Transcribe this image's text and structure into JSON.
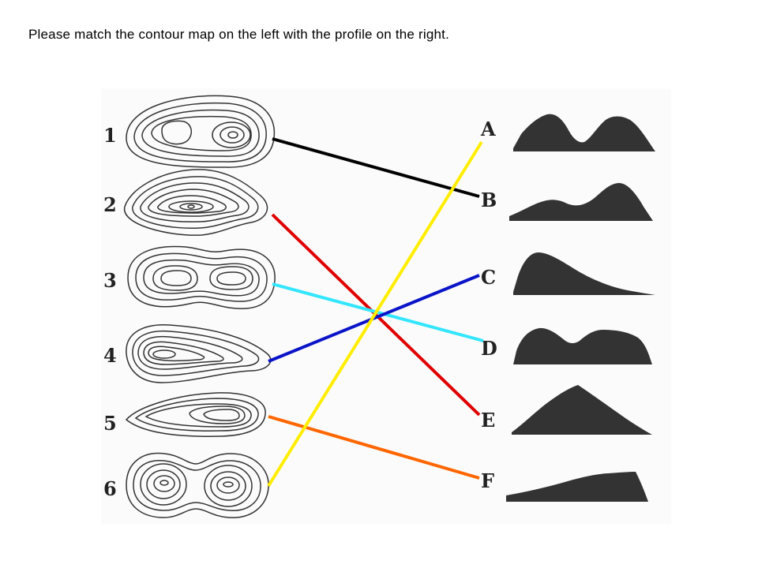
{
  "instruction": "Please match the contour map on the left with the profile on the right.",
  "left_labels": [
    "1",
    "2",
    "3",
    "4",
    "5",
    "6"
  ],
  "right_labels": [
    "A",
    "B",
    "C",
    "D",
    "E",
    "F"
  ],
  "matches": [
    {
      "map": "1",
      "profile": "B",
      "color": "#000000"
    },
    {
      "map": "2",
      "profile": "E",
      "color": "#e00000"
    },
    {
      "map": "3",
      "profile": "D",
      "color": "#33e6ff"
    },
    {
      "map": "4",
      "profile": "C",
      "color": "#0a14c8"
    },
    {
      "map": "5",
      "profile": "F",
      "color": "#ff6600"
    },
    {
      "map": "6",
      "profile": "A",
      "color": "#ffee00"
    }
  ]
}
